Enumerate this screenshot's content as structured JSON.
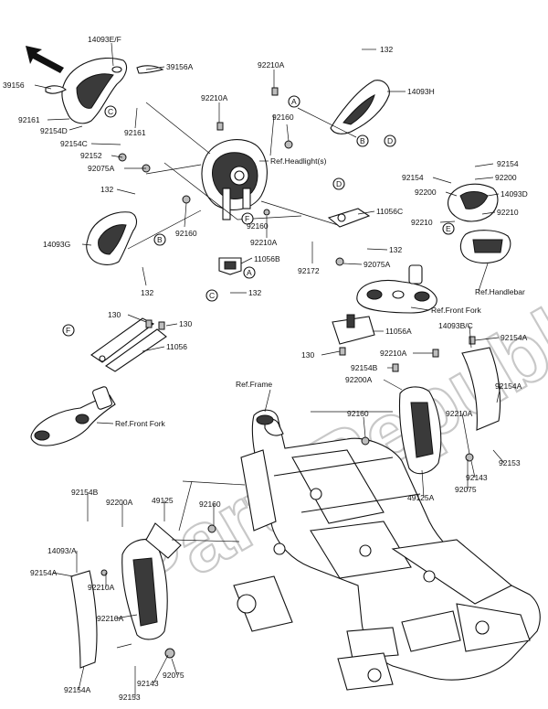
{
  "watermark": "PartsRepublik",
  "labels": {
    "l1": "14093E/F",
    "l2": "39156A",
    "l3": "39156",
    "l4": "92161",
    "l5": "92154D",
    "l6": "92161",
    "l7": "92154C",
    "l8": "92152",
    "l9": "92075A",
    "l10": "132",
    "l11": "14093G",
    "l12": "132",
    "l13": "92210A",
    "l14": "92210A",
    "l15": "92160",
    "l16": "132",
    "l17": "14093H",
    "l18": "92160",
    "l19": "Ref.Headlight(s)",
    "l20": "92160",
    "l21": "92210A",
    "l22": "11056C",
    "l23": "11056B",
    "l24": "132",
    "l25": "92172",
    "l26": "132",
    "l27": "92075A",
    "l28": "Ref.Front Fork",
    "l29": "92154",
    "l30": "92154",
    "l31": "92200",
    "l32": "92200",
    "l33": "14093D",
    "l34": "92210",
    "l35": "92210",
    "l36": "Ref.Handlebar",
    "l37": "130",
    "l38": "130",
    "l39": "11056",
    "l40": "Ref.Front Fork",
    "l41": "11056A",
    "l42": "130",
    "l43": "14093B/C",
    "l44": "92154A",
    "l45": "92210A",
    "l46": "92154B",
    "l47": "92200A",
    "l48": "92154A",
    "l49": "Ref.Frame",
    "l50": "92160",
    "l51": "92210A",
    "l52": "92143",
    "l53": "92153",
    "l54": "92075",
    "l55": "49125A",
    "l56": "92154B",
    "l57": "92200A",
    "l58": "49125",
    "l59": "92160",
    "l60": "14093/A",
    "l61": "92210A",
    "l62": "92154A",
    "l63": "92210A",
    "l64": "92154A",
    "l65": "92143",
    "l66": "92153",
    "l67": "92075"
  },
  "callouts": {
    "c1": "A",
    "c2": "B",
    "c3": "D",
    "c4": "C",
    "c5": "F",
    "c6": "B",
    "c7": "D",
    "c8": "A",
    "c9": "C",
    "c10": "E",
    "c11": "F"
  }
}
